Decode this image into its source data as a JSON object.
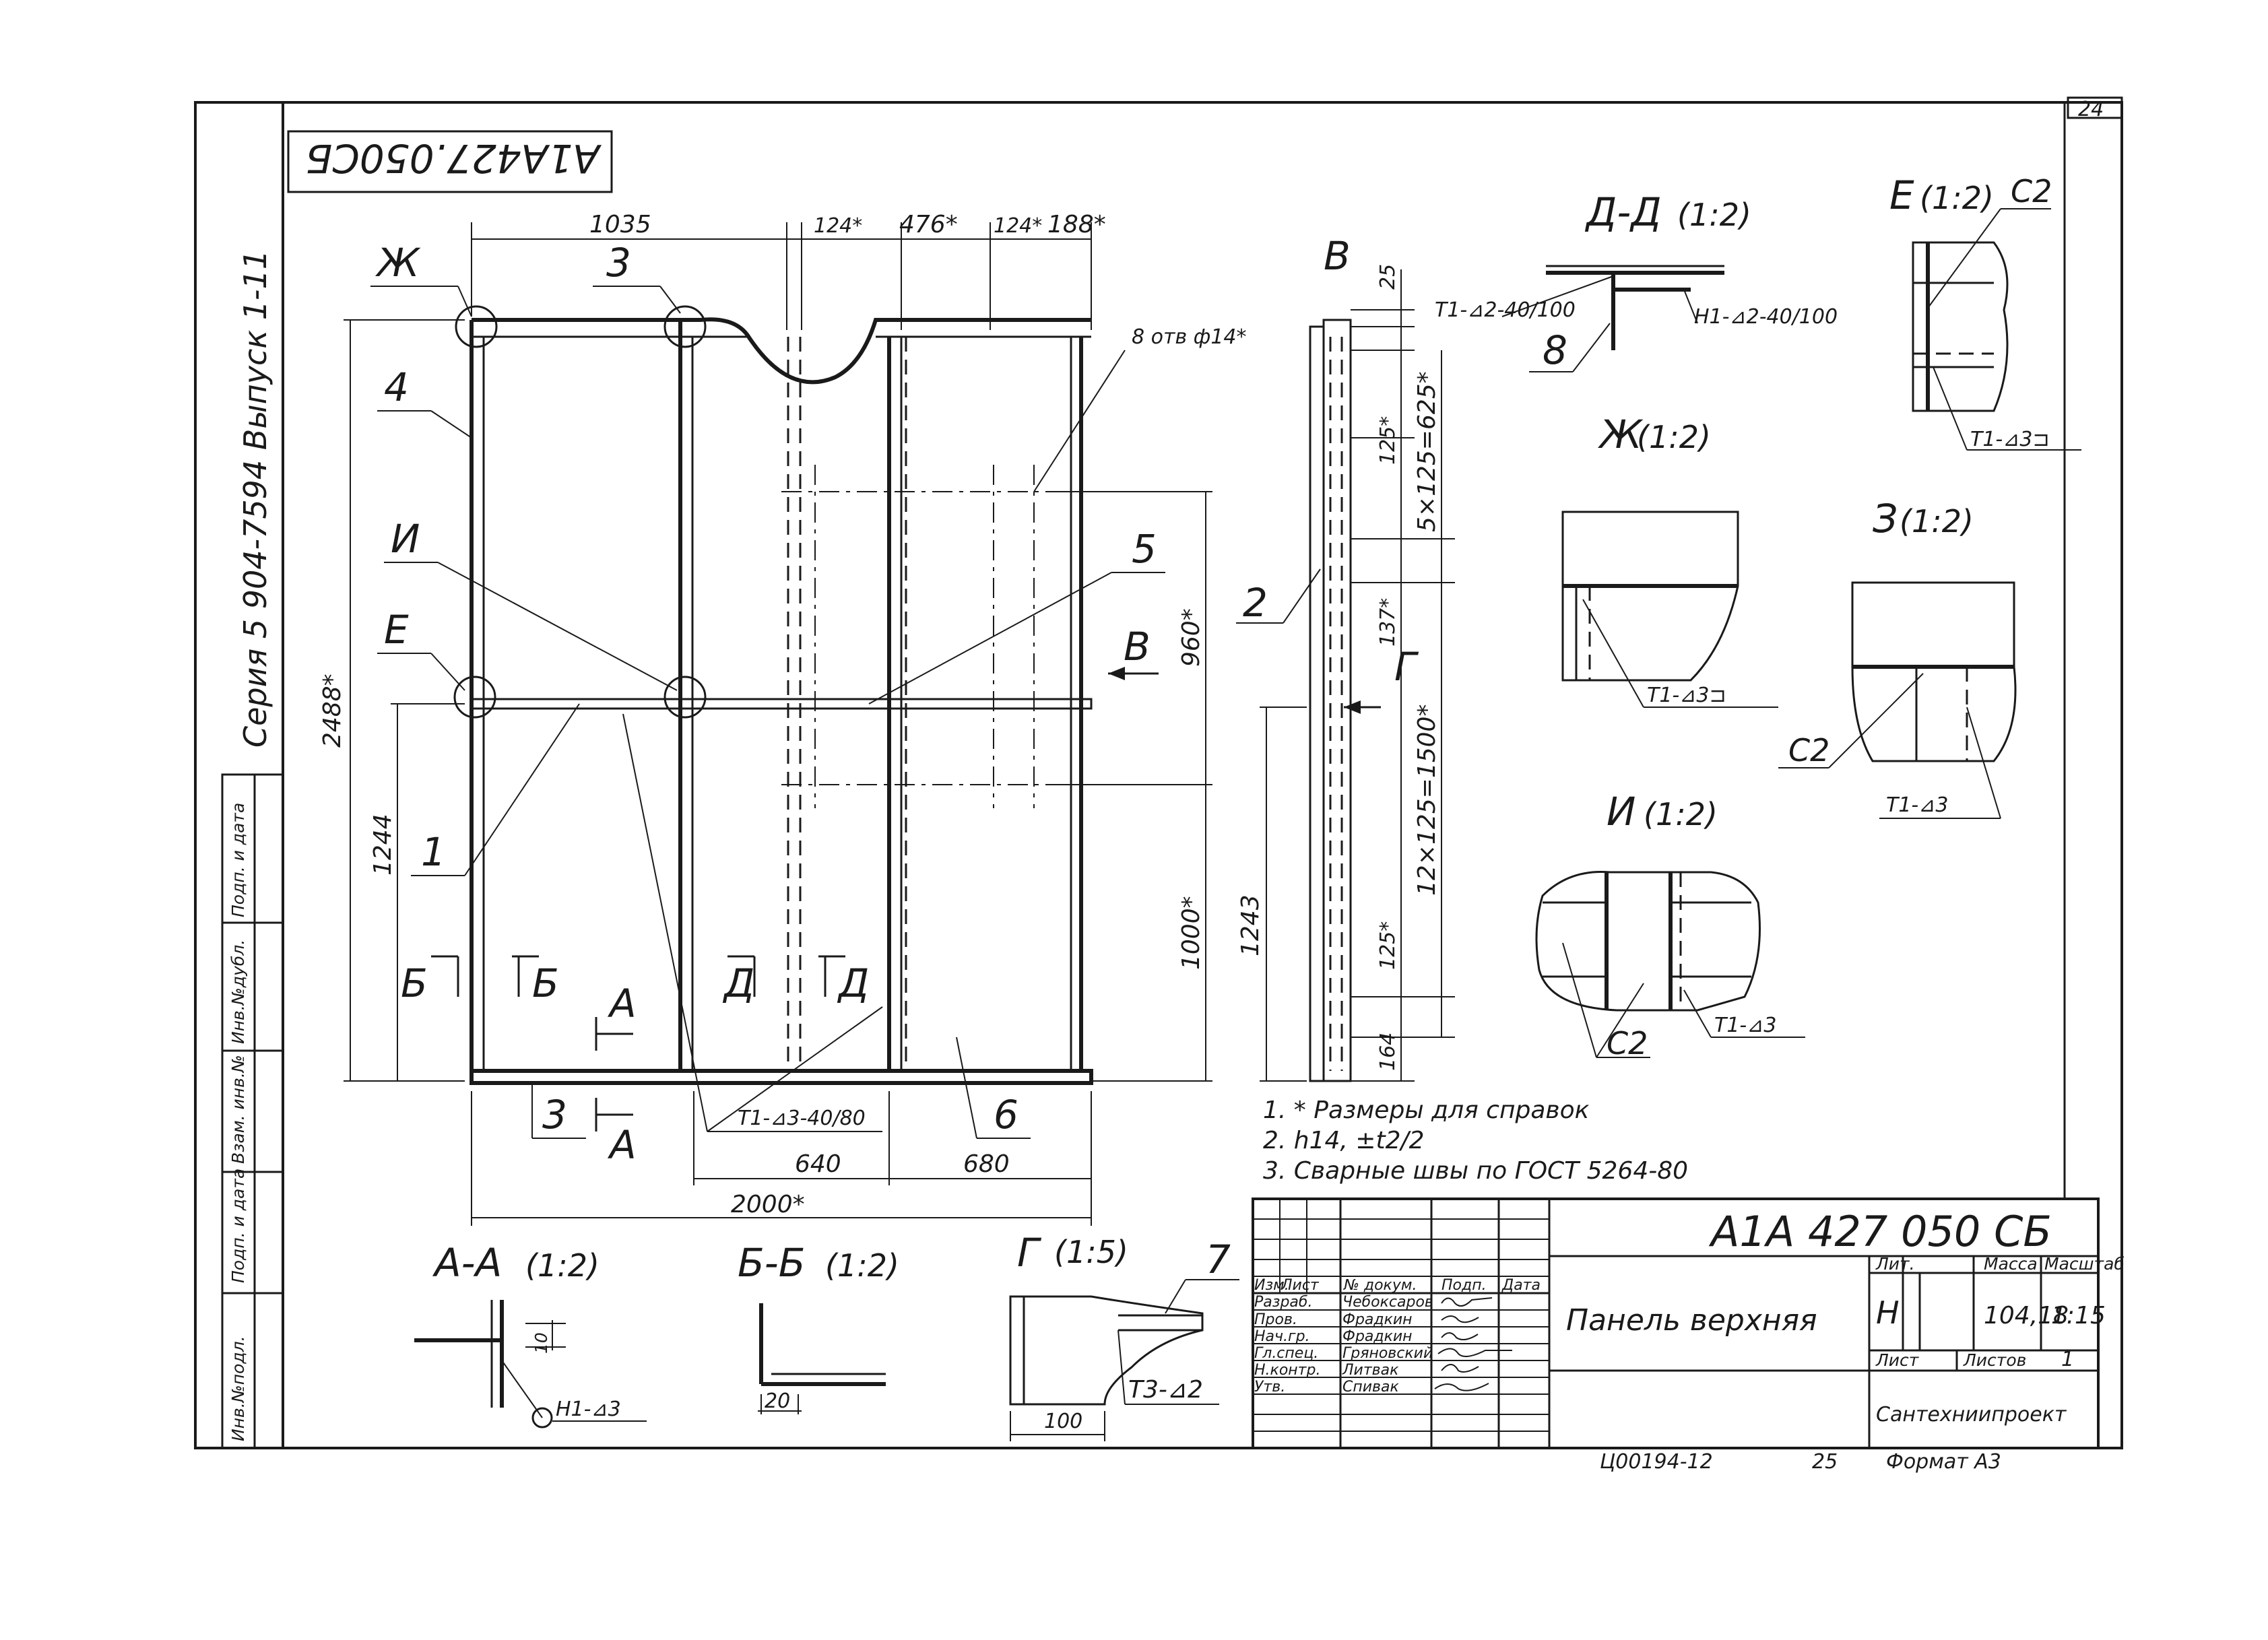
{
  "sheet": {
    "number": "24",
    "code_rotated": "A1A427.050СБ",
    "series_vertical": "Серия 5 904-7594 Выпуск 1-11"
  },
  "left_strip": [
    "Инв.№подл.",
    "Подп. и дата",
    "Взам. инв.№",
    "Инв.№дубл.",
    "Подп. и дата"
  ],
  "main_view": {
    "dims_top": [
      "1035",
      "124*",
      "476*",
      "124*",
      "188*"
    ],
    "dim_total_height": "2488*",
    "dim_1244": "1244",
    "dim_1243": "1243",
    "dim_960": "960*",
    "dim_1000": "1000*",
    "dim_640": "640",
    "dim_680": "680",
    "dim_2000": "2000*",
    "holes_note": "8 отв ф14*",
    "weld_note": "Т1-⊿3-40/80",
    "callouts": {
      "zh": "Ж",
      "z3": "3",
      "num4": "4",
      "i": "И",
      "e": "Е",
      "num5": "5",
      "num1": "1",
      "num3": "3",
      "num6": "6",
      "view_v": "В",
      "sec_b_left": "Б",
      "sec_b_right": "Б",
      "sec_d_left": "Д",
      "sec_d_right": "Д",
      "sec_a_top": "А",
      "sec_a_bottom": "А"
    }
  },
  "side_view": {
    "title": "В",
    "dim_25": "25",
    "dim_625": "5×125=625*",
    "dim_125_top": "125*",
    "dim_137": "137*",
    "dim_1500": "12×125=1500*",
    "dim_125_bottom": "125*",
    "dim_164": "164",
    "callout_2": "2",
    "section_g": "Г"
  },
  "details": {
    "dd": {
      "title": "Д-Д",
      "scale": "(1:2)",
      "weld_left": "Т1-⊿2-40/100",
      "weld_right": "Н1-⊿2-40/100",
      "part": "8"
    },
    "e": {
      "title": "Е",
      "scale": "(1:2)",
      "seam": "С2",
      "weld": "Т1-⊿3⊐"
    },
    "zh": {
      "title": "Ж",
      "scale": "(1:2)",
      "weld": "Т1-⊿3⊐"
    },
    "z": {
      "title": "З",
      "scale": "(1:2)",
      "seam": "С2",
      "weld": "Т1-⊿3"
    },
    "i": {
      "title": "И",
      "scale": "(1:2)",
      "seam": "С2",
      "weld": "Т1-⊿3"
    },
    "aa": {
      "title": "А-А",
      "scale": "(1:2)",
      "dim": "10",
      "weld": "Н1-⊿3"
    },
    "bb": {
      "title": "Б-Б",
      "scale": "(1:2)",
      "dim": "20"
    },
    "g": {
      "title": "Г",
      "scale": "(1:5)",
      "part": "7",
      "weld": "Т3-⊿2",
      "dim": "100"
    }
  },
  "notes": [
    "1. * Размеры для справок",
    "2. h14, ±t2/2",
    "3. Сварные швы по ГОСТ 5264-80"
  ],
  "title_block": {
    "designation": "А1А 427 050 СБ",
    "name": "Панель верхняя",
    "headers": [
      "Изм.",
      "Лист",
      "№ докум.",
      "Подп.",
      "Дата"
    ],
    "roles": [
      {
        "role": "Разраб.",
        "name": "Чебоксаров"
      },
      {
        "role": "Пров.",
        "name": "Фрадкин"
      },
      {
        "role": "Нач.гр.",
        "name": "Фрадкин"
      },
      {
        "role": "Гл.спец.",
        "name": "Гряновский"
      },
      {
        "role": "Н.контр.",
        "name": "Литвак"
      },
      {
        "role": "Утв.",
        "name": "Спивак"
      }
    ],
    "lit_header": "Лит.",
    "mass_header": "Масса",
    "scale_header": "Масштаб",
    "lit": "Н",
    "mass": "104,18",
    "scale": "1:15",
    "sheet_label": "Лист",
    "sheets_label": "Листов",
    "sheets": "1",
    "org": "Сантехниипроект",
    "order": "Ц00194-12",
    "num_25": "25",
    "format": "Формат А3"
  }
}
